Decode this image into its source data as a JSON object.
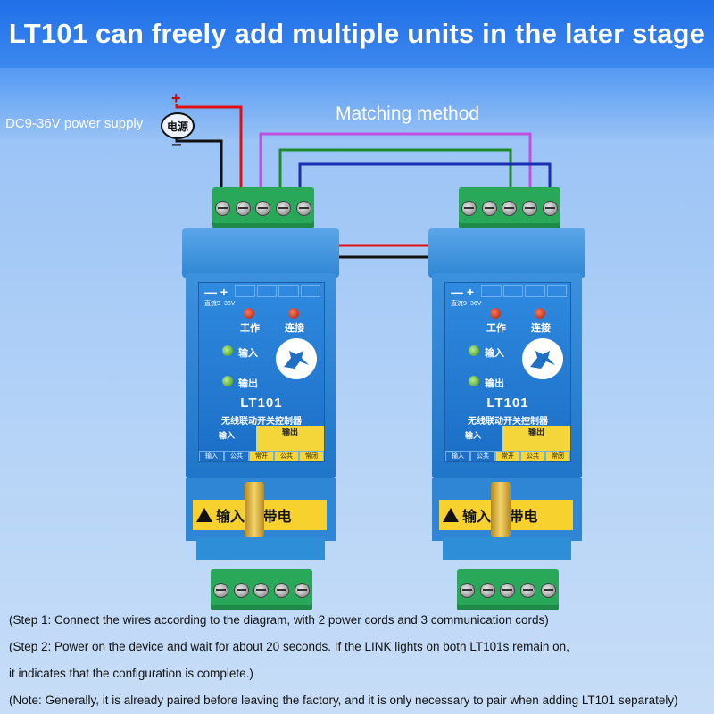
{
  "header": {
    "title": "LT101 can freely add multiple units in the later stage"
  },
  "diagram": {
    "power_label": "DC9-36V power supply",
    "power_plus": "+",
    "power_minus": "−",
    "power_symbol": "电源",
    "matching_label": "Matching method",
    "colors": {
      "red_wire": "#e01010",
      "black_wire": "#111111",
      "purple_wire": "#c050e0",
      "green_wire": "#1f8a2a",
      "blue_wire": "#1a2fb0",
      "terminal": "#2aa85a",
      "body": "#2f86d4",
      "warning": "#f7d12d"
    }
  },
  "devices": [
    {
      "polarity": "— +",
      "dc_text": "直流9~36V",
      "led_work": "工作",
      "led_link": "连接",
      "led_in": "输入",
      "led_out": "输出",
      "model": "LT101",
      "subtitle": "无线联动开关控制器",
      "input_label": "输入",
      "output_label": "输出",
      "terms": [
        "输入",
        "公共",
        "常开",
        "公共",
        "常闭"
      ],
      "warning": "输入 禁带电"
    },
    {
      "polarity": "— +",
      "dc_text": "直流9~36V",
      "led_work": "工作",
      "led_link": "连接",
      "led_in": "输入",
      "led_out": "输出",
      "model": "LT101",
      "subtitle": "无线联动开关控制器",
      "input_label": "输入",
      "output_label": "输出",
      "terms": [
        "输入",
        "公共",
        "常开",
        "公共",
        "常闭"
      ],
      "warning": "输入 禁带电"
    }
  ],
  "notes": {
    "step1": "(Step 1: Connect the wires according to the diagram, with 2 power cords and 3 communication cords)",
    "step2a": "(Step 2: Power on the device and wait for about 20 seconds. If the LINK lights on both LT101s remain on,",
    "step2b": "it indicates that the configuration is complete.)",
    "note": "(Note: Generally, it is already paired before leaving the factory, and it is only necessary to pair when adding LT101 separately)"
  }
}
